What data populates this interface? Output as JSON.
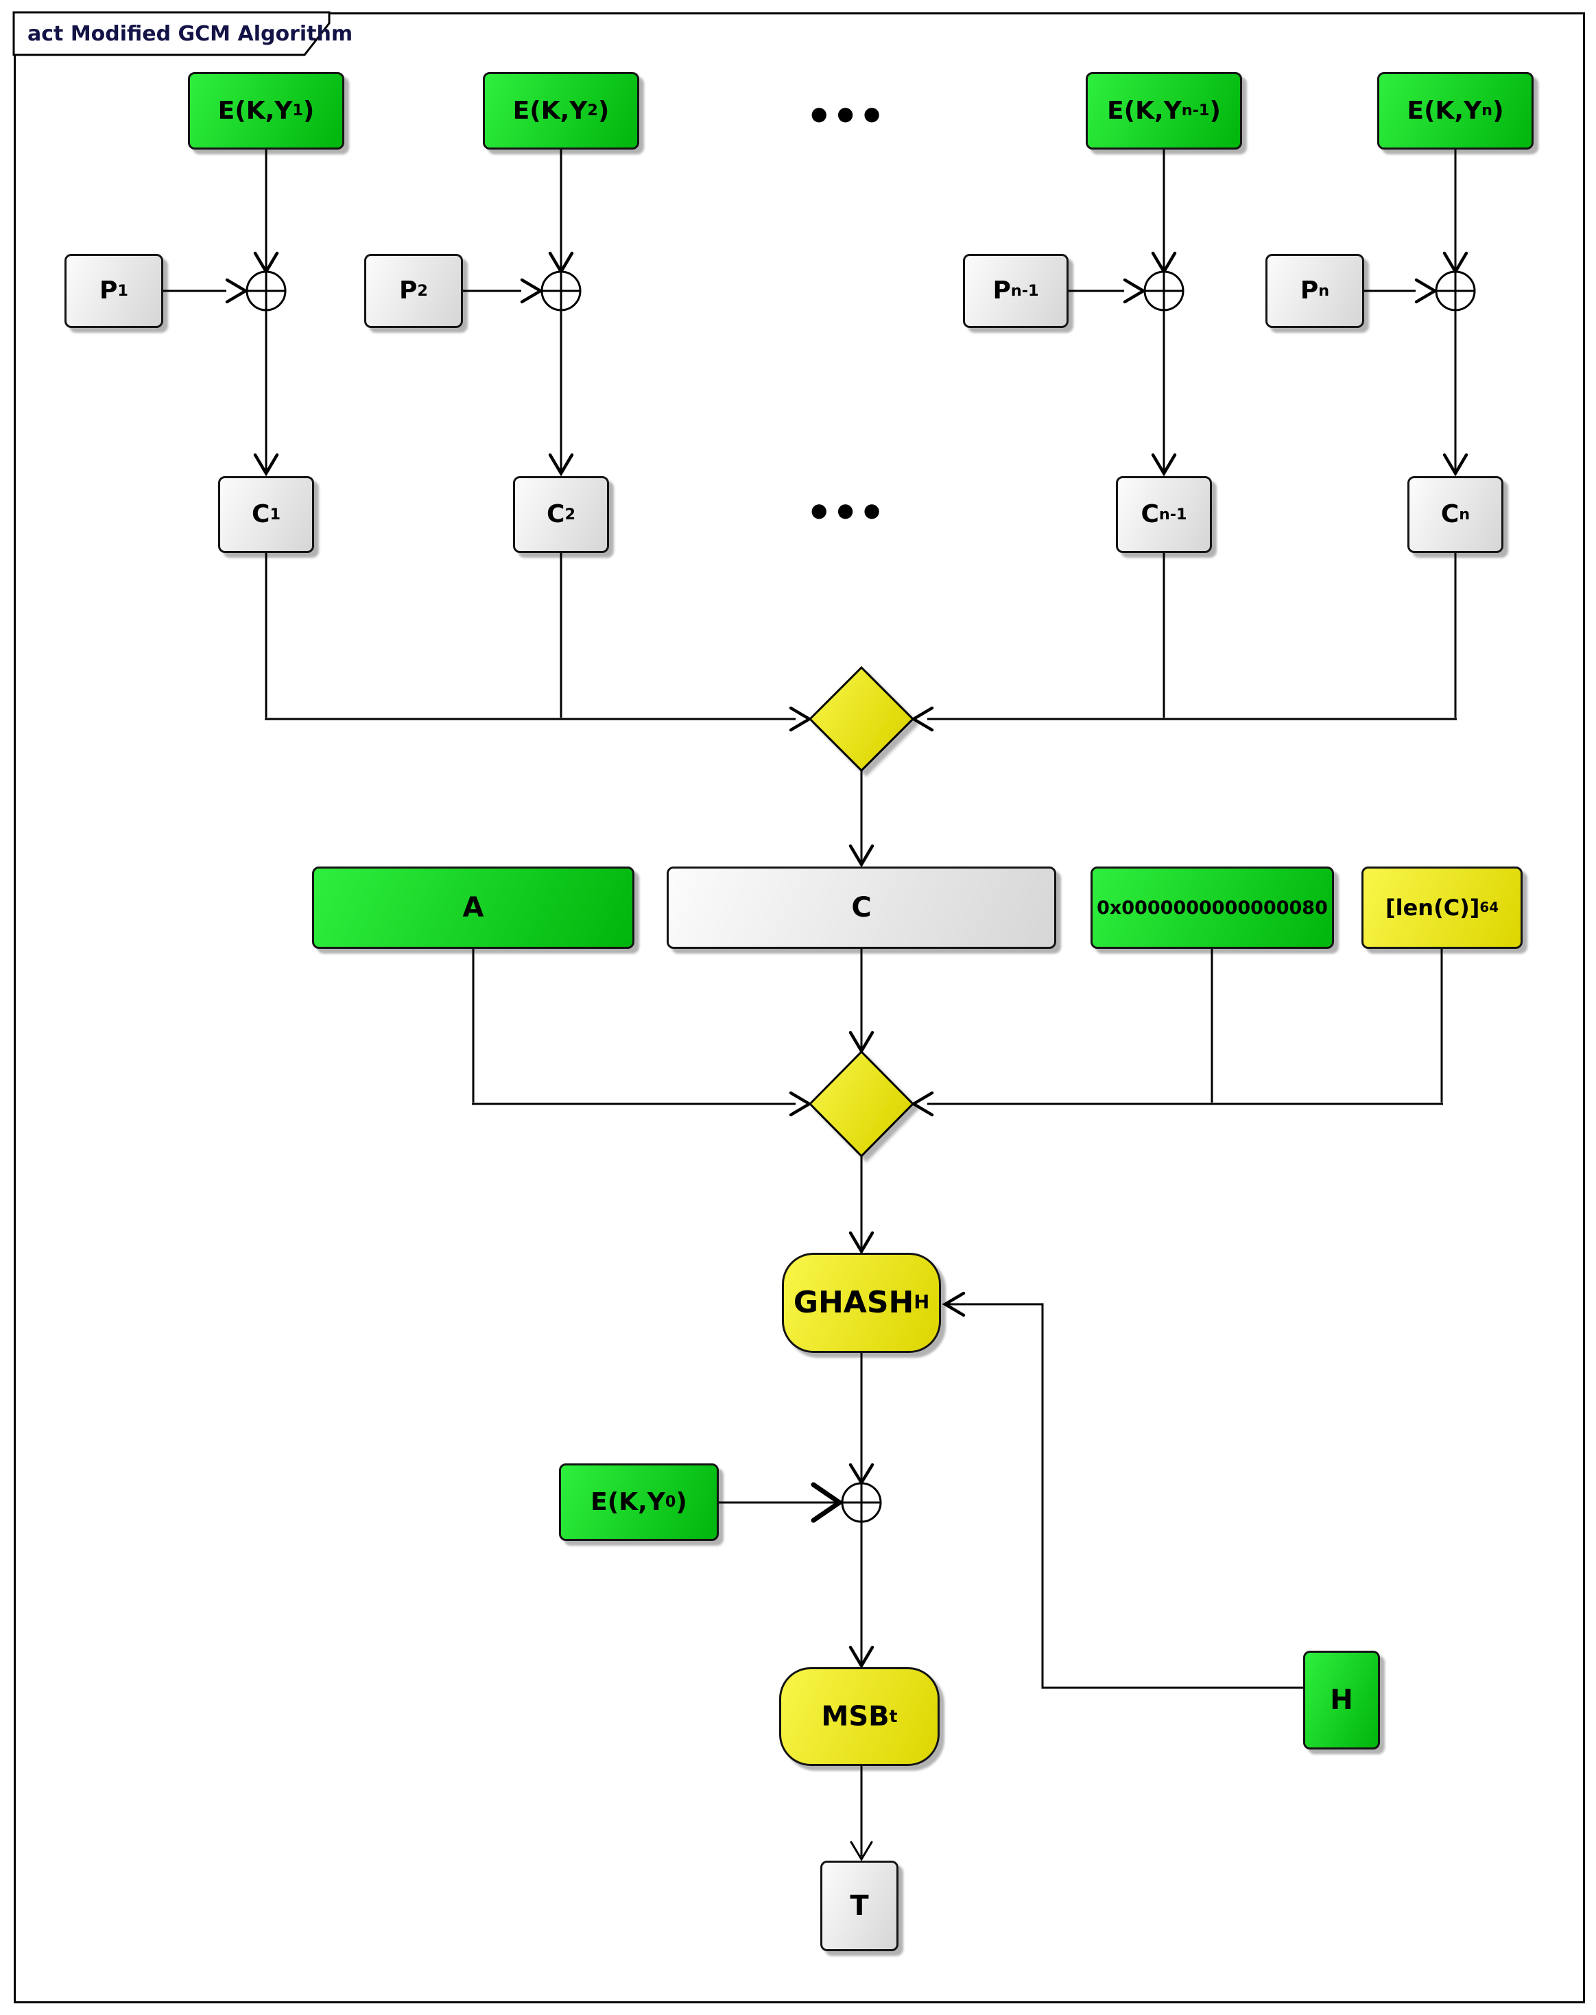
{
  "frame": {
    "title": "act Modified GCM Algorithm"
  },
  "ellipsis": {
    "top": "●●●",
    "middle": "●●●"
  },
  "colors": {
    "green_light": "#2fef3e",
    "green_dark": "#00b50c",
    "yellow_light": "#f9f64a",
    "yellow_dark": "#ddd600",
    "gray_light": "#fcfcfc",
    "gray_dark": "#d6d6d6",
    "stroke": "#000000",
    "title_text": "#131347"
  },
  "nodes": {
    "eky1": [
      {
        "t": "E(K,Y"
      },
      {
        "t": "1",
        "sub": true
      },
      {
        "t": ")"
      }
    ],
    "eky2": [
      {
        "t": "E(K,Y"
      },
      {
        "t": "2",
        "sub": true
      },
      {
        "t": ")"
      }
    ],
    "ekyn_1": [
      {
        "t": "E(K,Y"
      },
      {
        "t": "n-1",
        "sub": true
      },
      {
        "t": ")"
      }
    ],
    "ekyn": [
      {
        "t": "E(K,Y"
      },
      {
        "t": "n",
        "sub": true
      },
      {
        "t": ")"
      }
    ],
    "p1": [
      {
        "t": "P"
      },
      {
        "t": "1",
        "sub": true
      }
    ],
    "p2": [
      {
        "t": "P"
      },
      {
        "t": "2",
        "sub": true
      }
    ],
    "pn_1": [
      {
        "t": "P"
      },
      {
        "t": "n-1",
        "sub": true
      }
    ],
    "pn": [
      {
        "t": "P"
      },
      {
        "t": "n",
        "sub": true
      }
    ],
    "c1": [
      {
        "t": "C"
      },
      {
        "t": "1",
        "sub": true
      }
    ],
    "c2": [
      {
        "t": "C"
      },
      {
        "t": "2",
        "sub": true
      }
    ],
    "cn_1": [
      {
        "t": "C"
      },
      {
        "t": "n-1",
        "sub": true
      }
    ],
    "cn": [
      {
        "t": "C"
      },
      {
        "t": "n",
        "sub": true
      }
    ],
    "a": [
      {
        "t": "A"
      }
    ],
    "c_concat": [
      {
        "t": "C"
      }
    ],
    "pad": [
      {
        "t": "0x0000000000000080"
      }
    ],
    "len": [
      {
        "t": "[len(C)]"
      },
      {
        "t": "64",
        "sub": true
      }
    ],
    "ghash": [
      {
        "t": "GHASH"
      },
      {
        "t": "H",
        "sub": true
      }
    ],
    "eky0": [
      {
        "t": "E(K,Y"
      },
      {
        "t": "0",
        "sub": true
      },
      {
        "t": ")"
      }
    ],
    "msb": [
      {
        "t": "MSB"
      },
      {
        "t": "t",
        "sub": true
      }
    ],
    "t_out": [
      {
        "t": "T"
      }
    ],
    "h": [
      {
        "t": "H"
      }
    ]
  }
}
